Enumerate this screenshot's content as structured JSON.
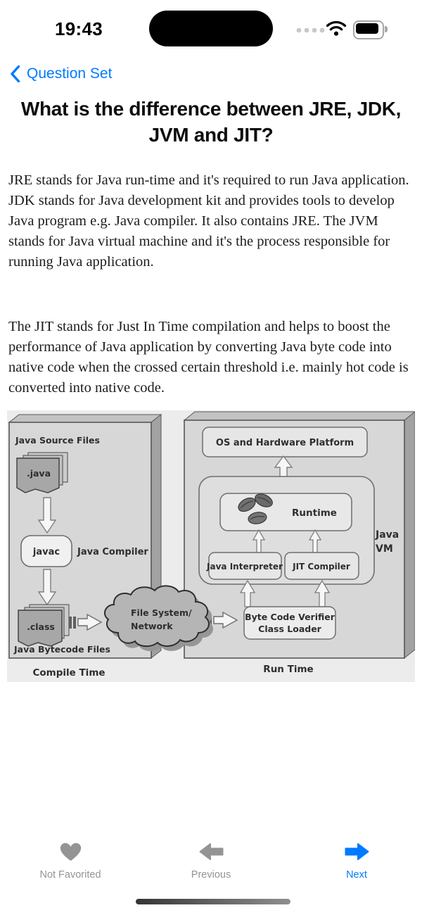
{
  "status_bar": {
    "time": "19:43"
  },
  "nav": {
    "back_label": "Question Set"
  },
  "question": {
    "title": "What is the difference between JRE, JDK, JVM and JIT?"
  },
  "answer": {
    "paragraph1": "JRE stands for Java run-time and it's required to run Java application. JDK stands for Java development kit and provides tools to develop Java program e.g. Java compiler. It also contains JRE. The JVM stands for Java virtual machine and it's the process responsible for running Java application.",
    "paragraph2": "The JIT stands for Just In Time compilation and helps to boost the performance of Java application by converting Java byte code into native code when the crossed certain threshold i.e. mainly hot code is converted into native code."
  },
  "diagram": {
    "labels": {
      "java_source_files": "Java Source Files",
      "java_file": ".java",
      "javac": "javac",
      "java_compiler": "Java Compiler",
      "class_file": ".class",
      "java_bytecode_files": "Java Bytecode Files",
      "compile_time": "Compile Time",
      "file_system_line1": "File System/",
      "file_system_line2": "Network",
      "os_platform": "OS and Hardware Platform",
      "runtime": "Runtime",
      "java_interpreter": "Java Interpreter",
      "jit_compiler": "JIT Compiler",
      "java_vm_line1": "Java",
      "java_vm_line2": "VM",
      "byte_code_verifier_line1": "Byte Code Verifier",
      "byte_code_verifier_line2": "Class Loader",
      "run_time": "Run Time"
    }
  },
  "toolbar": {
    "favorite_label": "Not Favorited",
    "previous_label": "Previous",
    "next_label": "Next"
  },
  "colors": {
    "accent_blue": "#007aff",
    "toolbar_gray": "#949494"
  }
}
